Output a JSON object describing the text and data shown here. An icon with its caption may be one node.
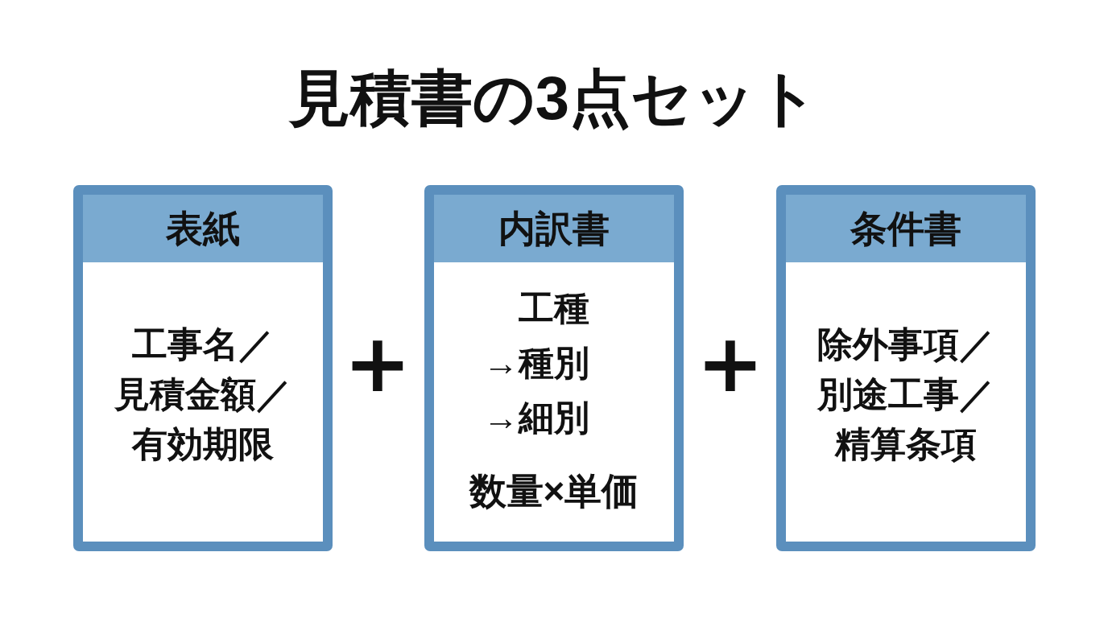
{
  "diagram": {
    "title": "見積書の3点セット",
    "nodes": [
      {
        "text": [
          "表紙",
          "工事名／見積金額／有効期限"
        ]
      },
      {
        "text": [
          "内訳書",
          "工種→種別→細別",
          "数量×単価"
        ]
      },
      {
        "text": [
          "条件書",
          "除外事項／別途工事／精算条項"
        ]
      }
    ],
    "labels": [
      "+",
      "+"
    ]
  }
}
